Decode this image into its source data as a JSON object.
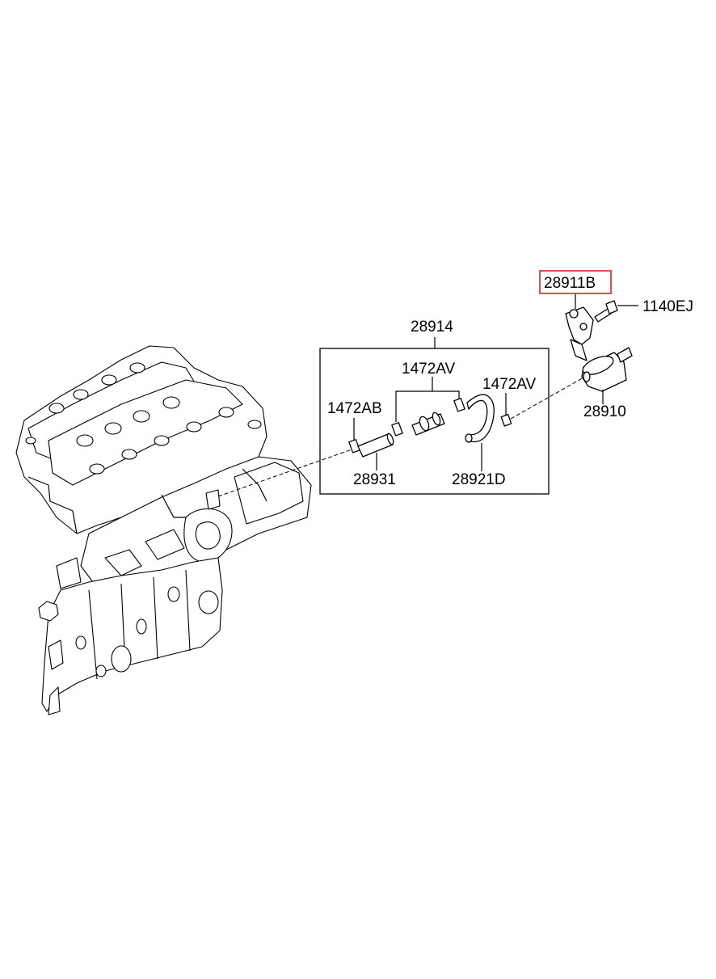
{
  "labels": {
    "p28911B": "28911B",
    "p1140EJ": "1140EJ",
    "p28914": "28914",
    "p1472AV_a": "1472AV",
    "p1472AV_b": "1472AV",
    "p1472AB": "1472AB",
    "p28910": "28910",
    "p28931": "28931",
    "p28921D": "28921D"
  },
  "colors": {
    "highlight": "#e0202a",
    "line": "#000000",
    "background": "#ffffff"
  }
}
